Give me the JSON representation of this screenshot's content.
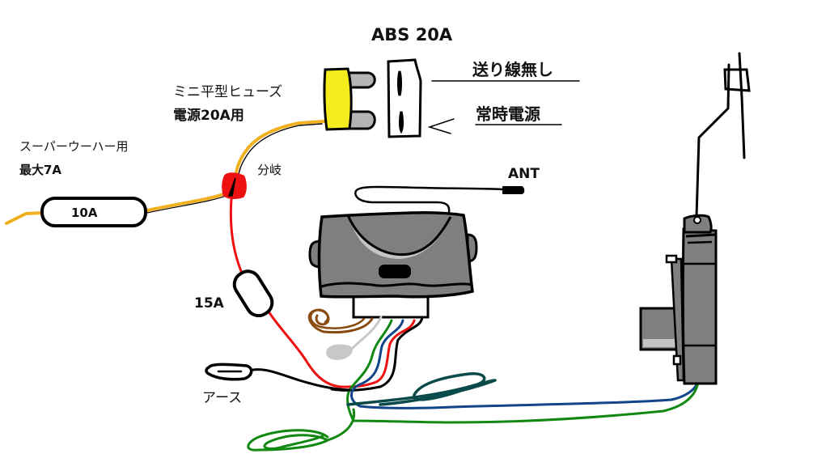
{
  "title": "ABS 20A",
  "labels": {
    "fuse_type": "ミニ平型ヒューズ",
    "fuse_use": "電源20A用",
    "subwoofer": "スーパーウーハー用",
    "subwoofer_max": "最大7A",
    "fuse_10a": "10A",
    "fuse_15a": "15A",
    "branch": "分岐",
    "antenna": "ANT",
    "ground": "アース",
    "slot_upper": "送り線無し",
    "slot_lower": "常時電源"
  },
  "colors": {
    "power_wire": "#f0b020",
    "red_wire": "#ee1111",
    "green_wire": "#118811",
    "blue_wire": "#114488",
    "black_wire": "#000000",
    "brown_wire": "#8b4a10",
    "gray_wire": "#c8c8c8",
    "teal_wire": "#0b4a4a",
    "fuse_yellow": "#f5ec1e",
    "fuse_prong": "#b4b4b4",
    "unit_body": "#7f7f7f",
    "unit_highlight": "#c4c4c4",
    "splice_red": "#ee1111"
  },
  "components": [
    {
      "id": "mini-fuse",
      "label": "ミニ平型ヒューズ"
    },
    {
      "id": "fuse-slot",
      "label": "ABS 20A"
    },
    {
      "id": "inline-fuse-10a",
      "label": "10A"
    },
    {
      "id": "inline-fuse-15a",
      "label": "15A"
    },
    {
      "id": "splice-connector",
      "label": "分岐"
    },
    {
      "id": "control-unit",
      "label": ""
    },
    {
      "id": "door-lock-actuator",
      "label": ""
    },
    {
      "id": "ground-terminal",
      "label": "アース"
    },
    {
      "id": "antenna-lead",
      "label": "ANT"
    }
  ]
}
